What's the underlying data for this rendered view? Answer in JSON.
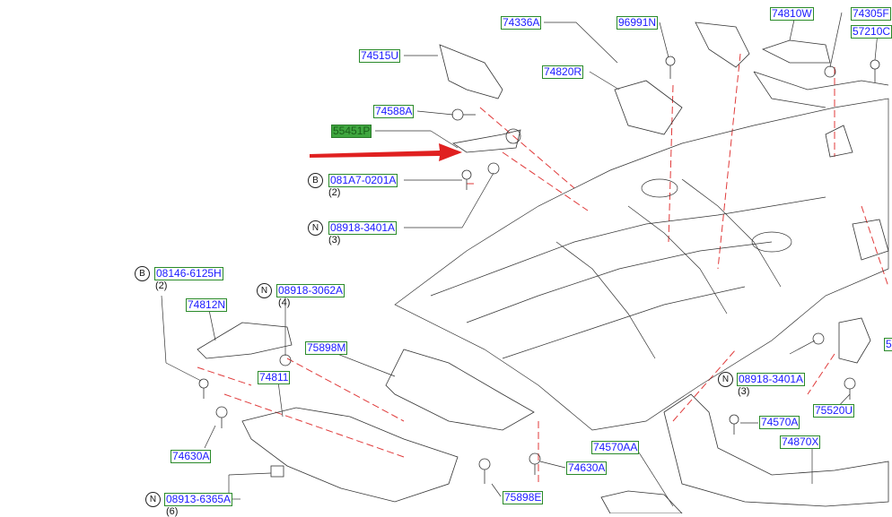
{
  "parts": {
    "p74336A": "74336A",
    "p96991N": "96991N",
    "p74810W": "74810W",
    "p74305F": "74305F",
    "p57210C": "57210C",
    "p74515U": "74515U",
    "p74820R": "74820R",
    "p74588A": "74588A",
    "p55451P": "55451P",
    "p081A7": "081A7-0201A",
    "p08918a": "08918-3401A",
    "p08146": "08146-6125H",
    "p08918c": "08918-3062A",
    "p74812N": "74812N",
    "p75898M": "75898M",
    "p74811": "74811",
    "p74630A_left": "74630A",
    "p08913": "08913-6365A",
    "p75898E": "75898E",
    "p74630A_mid": "74630A",
    "p74570AA": "74570AA",
    "p74570A": "74570A",
    "p74870X": "74870X",
    "p75520U": "75520U",
    "p08918b": "08918-3401A",
    "p5_cut": "5"
  },
  "markers": {
    "B": "B",
    "N": "N"
  },
  "quantities": {
    "q2": "(2)",
    "q3": "(3)",
    "q4": "(4)",
    "q6": "(6)"
  },
  "colors": {
    "label_text": "#1a1aff",
    "label_border": "#2a8a2a",
    "highlight": "#3fa63f",
    "arrow": "#e02020",
    "guide": "#e03a3a"
  }
}
